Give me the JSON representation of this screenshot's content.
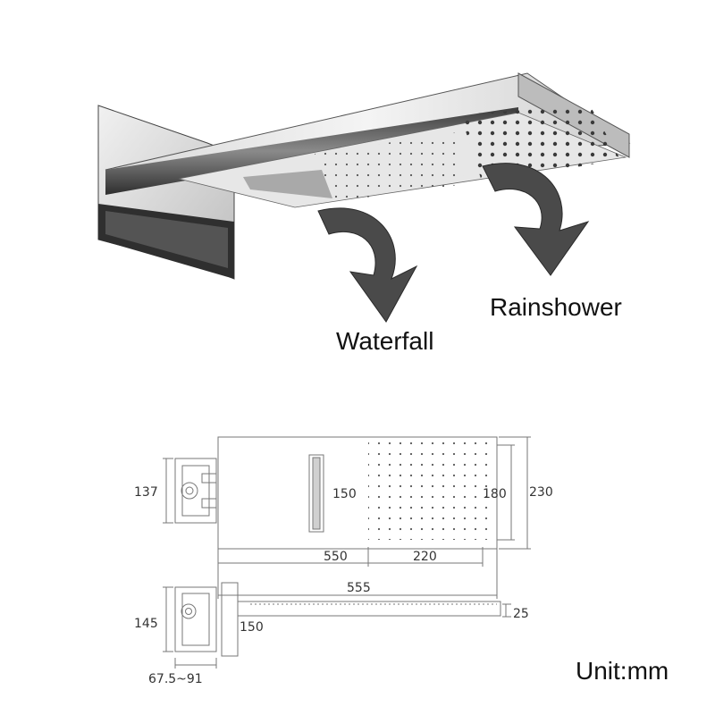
{
  "labels": {
    "waterfall": "Waterfall",
    "rainshower": "Rainshower",
    "unit": "Unit:mm"
  },
  "dimensions": {
    "top_view": {
      "mount_height": "137",
      "slot_height": "150",
      "rain_height": "180",
      "total_height": "230",
      "slot_offset": "550",
      "rain_width": "220",
      "total_length": "555"
    },
    "side_view": {
      "mount_height": "145",
      "arm_offset": "150",
      "thickness": "25",
      "mount_depth": "67.5~91"
    }
  },
  "colors": {
    "arrow": "#4a4a4a",
    "line": "#777777"
  }
}
